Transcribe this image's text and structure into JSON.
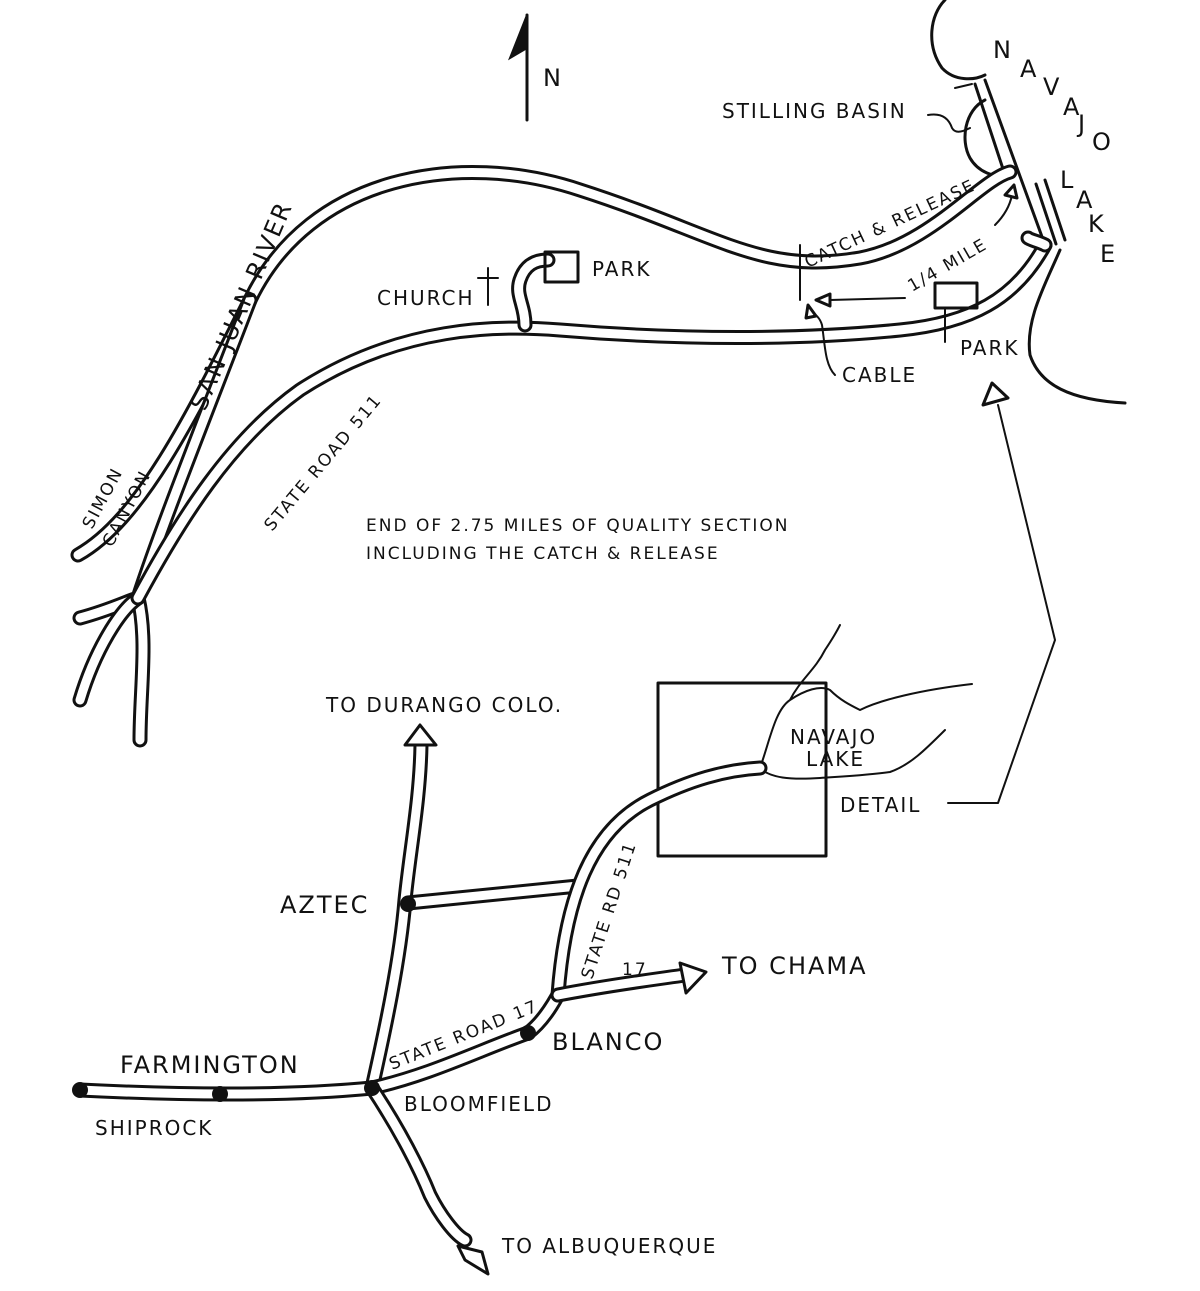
{
  "detail_map": {
    "north": "N",
    "lake_name_letters": [
      "N",
      "A",
      "V",
      "A",
      "J",
      "O"
    ],
    "lake_word_letters": [
      "L",
      "A",
      "K",
      "E"
    ],
    "stilling_basin": "STILLING BASIN",
    "river": "SAN JUAN RIVER",
    "church": "CHURCH",
    "park_upper": "PARK",
    "park_lower": "PARK",
    "catch_release": "CATCH & RELEASE",
    "quarter_mile": "1/4 MILE",
    "cable": "CABLE",
    "state_road": "STATE ROAD 511",
    "simon": "SIMON",
    "canyon": "CANYON",
    "note_line1": "END OF 2.75 MILES OF QUALITY SECTION",
    "note_line2": "INCLUDING THE CATCH & RELEASE"
  },
  "overview_map": {
    "to_durango": "TO DURANGO COLO.",
    "navajo": "NAVAJO",
    "lake": "LAKE",
    "detail": "DETAIL",
    "aztec": "AZTEC",
    "state_rd_511": "STATE RD 511",
    "to_chama": "TO CHAMA",
    "route_17": "17",
    "state_road_17": "STATE ROAD 17",
    "blanco": "BLANCO",
    "farmington": "FARMINGTON",
    "shiprock": "SHIPROCK",
    "bloomfield": "BLOOMFIELD",
    "to_albuquerque": "TO ALBUQUERQUE"
  }
}
